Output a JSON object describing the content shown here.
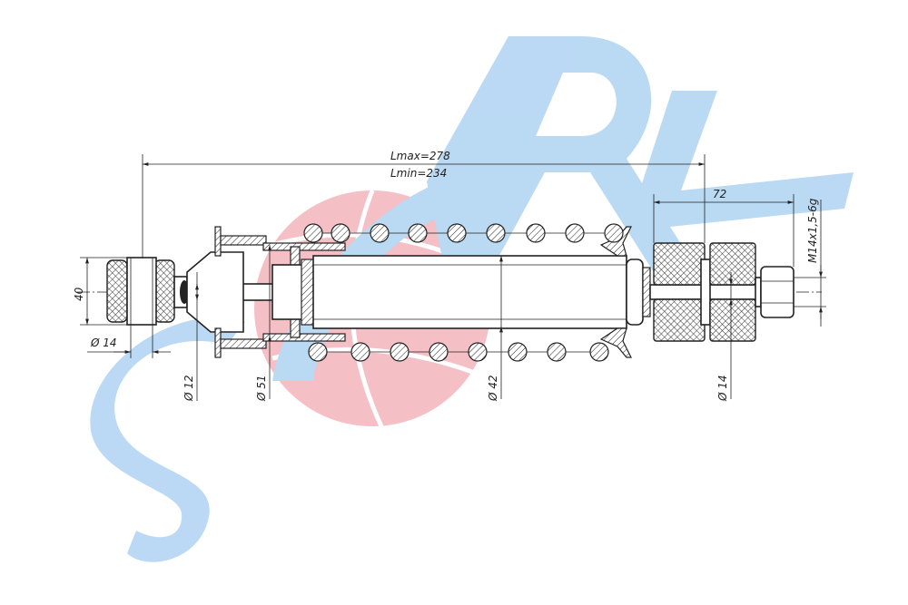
{
  "watermark": {
    "text": "SORL",
    "letter_color": "#b7d7f3",
    "globe_color": "#f5bcc4"
  },
  "dimensions": {
    "lmax": "Lmax=278",
    "lmin": "Lmin=234",
    "stud_length": "72",
    "thread": "M14x1,5-6g",
    "eye_height": "40",
    "eye_bore": "Ø 14",
    "rod_dia": "Ø 12",
    "outer_dia": "Ø 51",
    "cylinder_dia": "Ø 42",
    "stud_dia": "Ø 14"
  },
  "colors": {
    "line": "#222222"
  }
}
